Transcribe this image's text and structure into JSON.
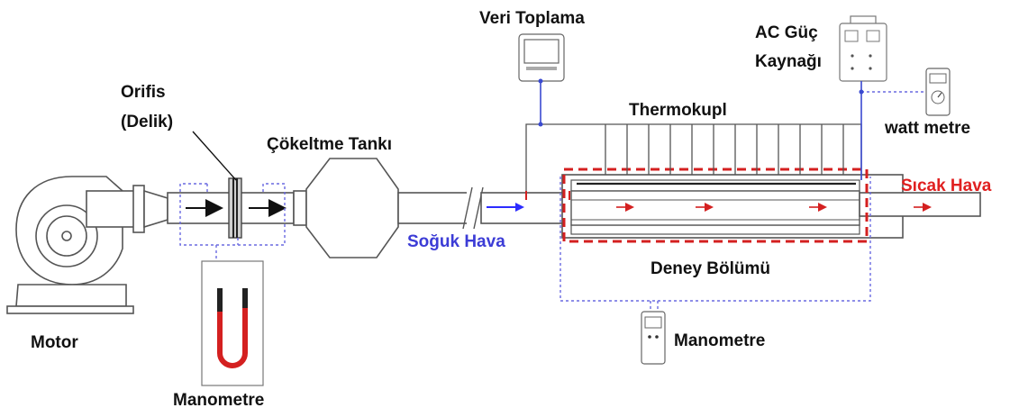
{
  "labels": {
    "motor": "Motor",
    "orifice_line1": "Orifis",
    "orifice_line2": "(Delik)",
    "settling_tank": "Çökeltme Tankı",
    "manometer_left": "Manometre",
    "data_acquisition": "Veri Toplama",
    "power_supply_line1": "AC Güç",
    "power_supply_line2": "Kaynağı",
    "thermocouple": "Thermokupl",
    "wattmeter": "watt metre",
    "cold_air": "Soğuk Hava",
    "hot_air": "Sıcak Hava",
    "test_section": "Deney Bölümü",
    "manometer_right": "Manometre"
  },
  "colors": {
    "line": "#555555",
    "blue_dash": "#6a6ae0",
    "blue_flow": "#3c3cd6",
    "red": "#e02020",
    "manometer_tube": "#d42020"
  }
}
